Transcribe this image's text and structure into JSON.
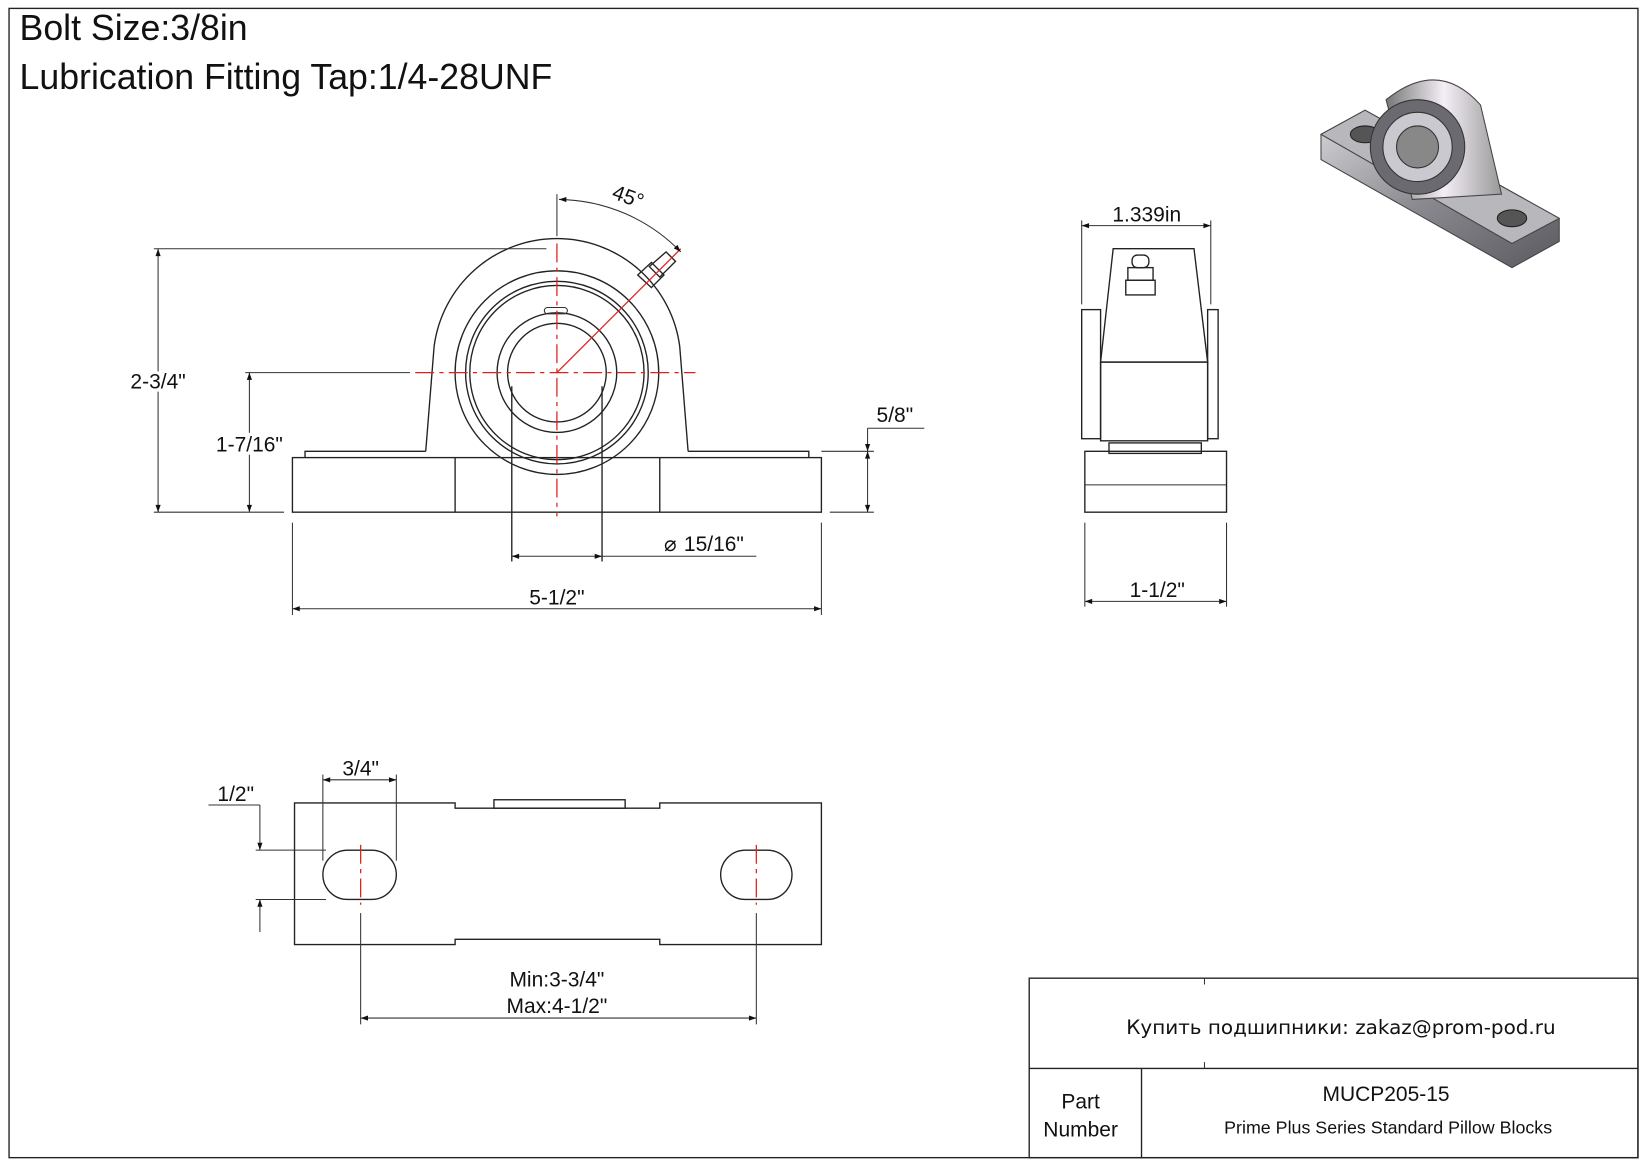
{
  "header": {
    "bolt_size": "Bolt Size:3/8in",
    "lubrication": "Lubrication Fitting Tap:1/4-28UNF"
  },
  "front_view": {
    "angle": "45°",
    "height_total": "2-3/4\"",
    "height_center": "1-7/16\"",
    "base_thickness": "5/8\"",
    "bore": "15/16\"",
    "bore_symbol": "⌀",
    "length": "5-1/2\""
  },
  "side_view": {
    "top_width": "1.339in",
    "base_width": "1-1/2\""
  },
  "bottom_view": {
    "slot_length": "3/4\"",
    "slot_width": "1/2\"",
    "bolt_spacing_min": "Min:3-3/4\"",
    "bolt_spacing_max": "Max:4-1/2\""
  },
  "title_block": {
    "contact": "Купить подшипники: zakaz@prom-pod.ru",
    "part_label_line1": "Part",
    "part_label_line2": "Number",
    "part_number": "MUCP205-15",
    "description": "Prime Plus Series Standard Pillow Blocks"
  },
  "colors": {
    "centerline": "#e0201c",
    "line": "#222222"
  }
}
